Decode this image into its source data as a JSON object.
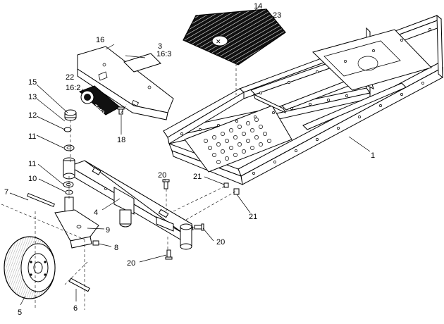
{
  "callouts": {
    "c1": "1",
    "c3": "3",
    "c16_3": "16:3",
    "c4": "4",
    "c5": "5",
    "c6": "6",
    "c7": "7",
    "c8": "8",
    "c9": "9",
    "c10": "10",
    "c11a": "11",
    "c11b": "11",
    "c12": "12",
    "c13": "13",
    "c14": "14",
    "c15": "15",
    "c16": "16",
    "c16_2": "16:2",
    "c18": "18",
    "c20a": "20",
    "c20b": "20",
    "c20c": "20",
    "c21a": "21",
    "c21b": "21",
    "c22": "22",
    "c23": "23"
  },
  "logo_text": "Toro"
}
